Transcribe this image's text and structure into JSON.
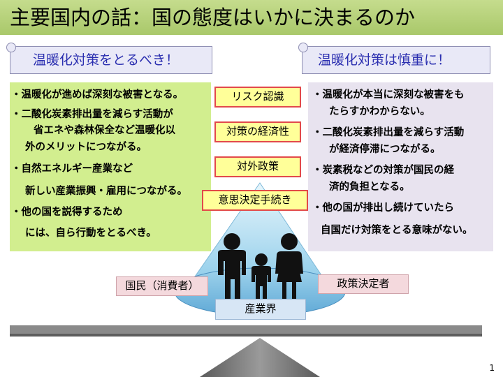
{
  "slide": {
    "title": "主要国内の話：国の態度はいかに決まるのか",
    "page_number": "1"
  },
  "left": {
    "heading": "温暖化対策をとるべき！",
    "lines": [
      "・温暖化が進めば深刻な被害となる。",
      "・二酸化炭素排出量を減らす活動が",
      "省エネや森林保全など温暖化以",
      "外のメリットにつながる。",
      "・自然エネルギー産業など",
      "新しい産業振興・雇用につながる。",
      "・他の国を説得するため",
      "には、自ら行動をとるべき。"
    ]
  },
  "right": {
    "heading": "温暖化対策は慎重に！",
    "lines": [
      "・温暖化が本当に深刻な被害をも",
      "たらすかわからない。",
      "・二酸化炭素排出量を減らす活動",
      "が経済停滞につながる。",
      "・炭素税などの対策が国民の経",
      "済的負担となる。",
      "・他の国が排出し続けていたら",
      "自国だけ対策をとる意味がない。"
    ]
  },
  "factors": [
    "リスク認識",
    "対策の経済性",
    "対外政策",
    "意思決定手続き"
  ],
  "actors": {
    "citizens": "国民（消費者）",
    "policymakers": "政策決定者",
    "industry": "産業界"
  },
  "colors": {
    "title_bar": "#b6d27a",
    "left_panel": "#d2ee8f",
    "right_panel": "#e8e3ef",
    "heading_text": "#2b2fb0",
    "factor_fill": "#ffff99",
    "factor_border": "#e24a4a",
    "cone": "#9fd3ec",
    "balance_beam": "#8a8a8a"
  }
}
